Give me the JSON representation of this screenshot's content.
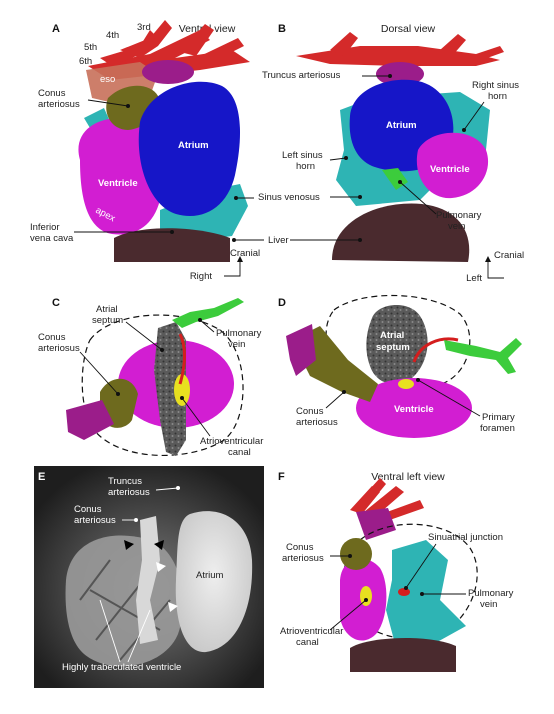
{
  "panels": {
    "a": {
      "letter": "A",
      "title": "Ventral view",
      "ribs": [
        "3rd",
        "4th",
        "5th",
        "6th"
      ],
      "labels": [
        "eso",
        "Conus arteriosus",
        "Atrium",
        "Ventricle",
        "apex",
        "Inferior vena cava"
      ],
      "axis_up": "Cranial",
      "axis_side": "Right"
    },
    "b": {
      "letter": "B",
      "title": "Dorsal view",
      "labels": [
        "Truncus arteriosus",
        "Right sinus horn",
        "Atrium",
        "Left sinus horn",
        "Ventricle",
        "Sinus venosus",
        "Pulmonary vein",
        "Liver"
      ],
      "axis_up": "Cranial",
      "axis_side": "Left"
    },
    "c": {
      "letter": "C",
      "labels": [
        "Atrial septum",
        "Pulmonary vein",
        "Conus arteriosus",
        "Atrioventricular canal"
      ]
    },
    "d": {
      "letter": "D",
      "labels": [
        "Atrial septum",
        "Conus arteriosus",
        "Ventricle",
        "Primary foramen"
      ]
    },
    "e": {
      "letter": "E",
      "labels": [
        "Truncus arteriosus",
        "Conus arteriosus",
        "Atrium",
        "Highly trabeculated ventricle"
      ]
    },
    "f": {
      "letter": "F",
      "title": "Ventral left view",
      "labels": [
        "Conus arteriosus",
        "Sinuatrial junction",
        "Pulmonary vein",
        "Atrioventricular canal"
      ]
    }
  },
  "colors": {
    "ribs": "#d42a2a",
    "esophagus": "#c8705a",
    "truncus": "#9b1d8a",
    "conus": "#6e6a1e",
    "atrium": "#1616c8",
    "ventricle": "#d21ed2",
    "sinus": "#2eb4b4",
    "liver": "#4a2a2e",
    "pulmonary_vein": "#3ccc3c",
    "septum": "#555555",
    "av_canal": "#e8e020",
    "foramen": "#d41e1e"
  }
}
